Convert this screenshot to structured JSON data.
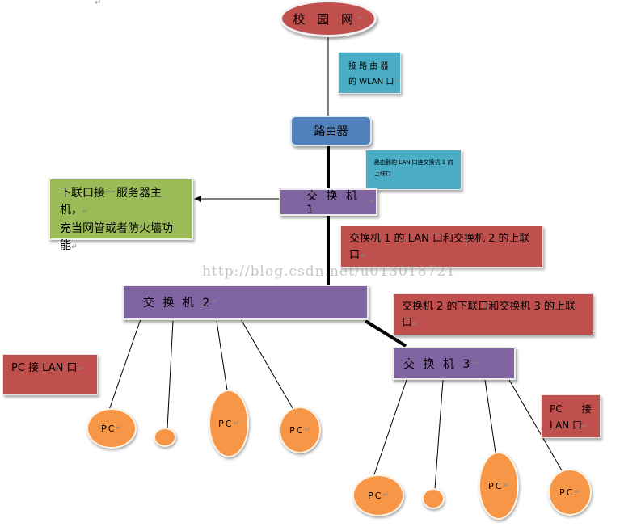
{
  "top_glyph": "↵",
  "campus_net": {
    "label": "校 园 网",
    "mark": "↵"
  },
  "router": {
    "label": "路由器",
    "mark": ""
  },
  "note_wlan": {
    "line1": "接 路 由 器",
    "line2": "的 WLAN 口",
    "mark": "↵"
  },
  "note_router_lan": {
    "line1": "路由器的 LAN 口连交换机 1 的",
    "line2": "上联口"
  },
  "note_server": {
    "line1": "下联口接一服务器主机，",
    "line2": "充当网管或者防火墙功",
    "line3": "能",
    "mark": "↵"
  },
  "switch1": {
    "label": "交 换 机 1",
    "mark": "↵"
  },
  "note_sw1_sw2": {
    "line1": "交换机 1 的 LAN 口和交换机 2 的上联",
    "line2": "口",
    "mark": "↵"
  },
  "switch2": {
    "label": "交 换 机 2",
    "mark": "↵"
  },
  "note_sw2_sw3": {
    "line1": "交换机 2 的下联口和交换机 3 的上联",
    "line2": "口",
    "mark": "↵"
  },
  "switch3": {
    "label": "交 换 机 3",
    "mark": "↵"
  },
  "note_pc_lan_left": {
    "label": "PC 接 LAN 口",
    "mark": "↵"
  },
  "note_pc_lan_right": {
    "line1": "PC　　接",
    "line2": "LAN 口",
    "mark": "↵"
  },
  "pc_label": "PC",
  "pc_mark": "↵",
  "watermark": "http://blog.csdn.net/u013018721",
  "colors": {
    "ellipse_red": "#c0504d",
    "router_blue": "#4f81bd",
    "switch_purple": "#8064a2",
    "note_teal": "#4bacc6",
    "note_red": "#c0504d",
    "note_green": "#9bbb59",
    "pc_orange": "#f79646",
    "line": "#000000"
  }
}
